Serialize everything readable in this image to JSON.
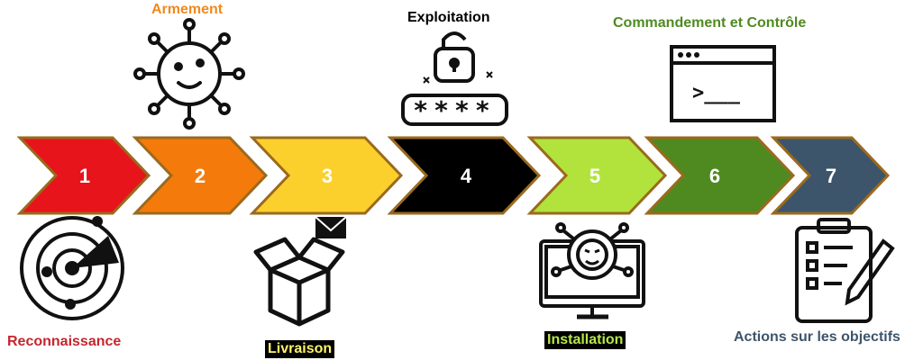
{
  "stages": [
    {
      "number": "1",
      "label": "Reconnaissance",
      "color": "#e8141b",
      "label_color": "#c4262e",
      "label_bg": "",
      "icon": "radar-icon"
    },
    {
      "number": "2",
      "label": "Armement",
      "color": "#f47b0b",
      "label_color": "#ef8a1e",
      "label_bg": "",
      "icon": "virus-icon"
    },
    {
      "number": "3",
      "label": "Livraison",
      "color": "#fcd02c",
      "label_color": "#fff36a",
      "label_bg": "#000000",
      "icon": "open-box-icon"
    },
    {
      "number": "4",
      "label": "Exploitation",
      "color": "#000000",
      "label_color": "#000000",
      "label_bg": "",
      "icon": "unlocked-padlock-password-icon"
    },
    {
      "number": "5",
      "label": "Installation",
      "color": "#b2e33c",
      "label_color": "#b7e84a",
      "label_bg": "#000000",
      "icon": "infected-monitor-icon"
    },
    {
      "number": "6",
      "label": "Commandement et Contrôle",
      "color": "#4f8a20",
      "label_color": "#4f8a20",
      "label_bg": "",
      "icon": "terminal-window-icon"
    },
    {
      "number": "7",
      "label": "Actions sur les objectifs",
      "color": "#3d556b",
      "label_color": "#3d556b",
      "label_bg": "",
      "icon": "clipboard-checklist-icon"
    }
  ],
  "password_mask": "****",
  "terminal_prompt": ">___",
  "border_color": "#9a6a1e",
  "extra_icons": [
    "envelope-icon"
  ]
}
